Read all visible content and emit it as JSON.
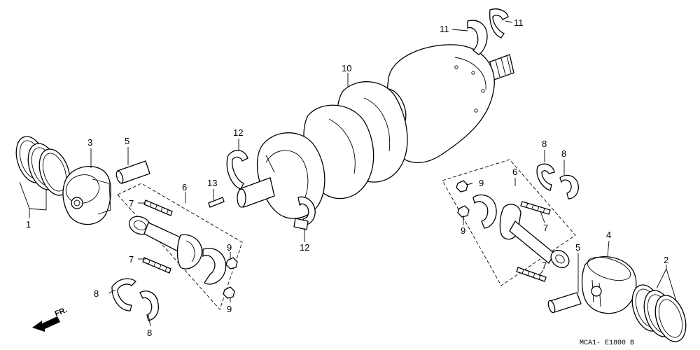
{
  "callouts": {
    "c1": "1",
    "c2": "2",
    "c3": "3",
    "c4": "4",
    "c5a": "5",
    "c5b": "5",
    "c6a": "6",
    "c6b": "6",
    "c7a": "7",
    "c7b": "7",
    "c7c": "7",
    "c7d": "7",
    "c8a": "8",
    "c8b": "8",
    "c8c": "8",
    "c8d": "8",
    "c9a": "9",
    "c9b": "9",
    "c9c": "9",
    "c9d": "9",
    "c10": "10",
    "c11a": "11",
    "c11b": "11",
    "c12a": "12",
    "c12b": "12",
    "c13": "13"
  },
  "direction_label": "FR.",
  "diagram_code": "MCA1- E1800 B"
}
